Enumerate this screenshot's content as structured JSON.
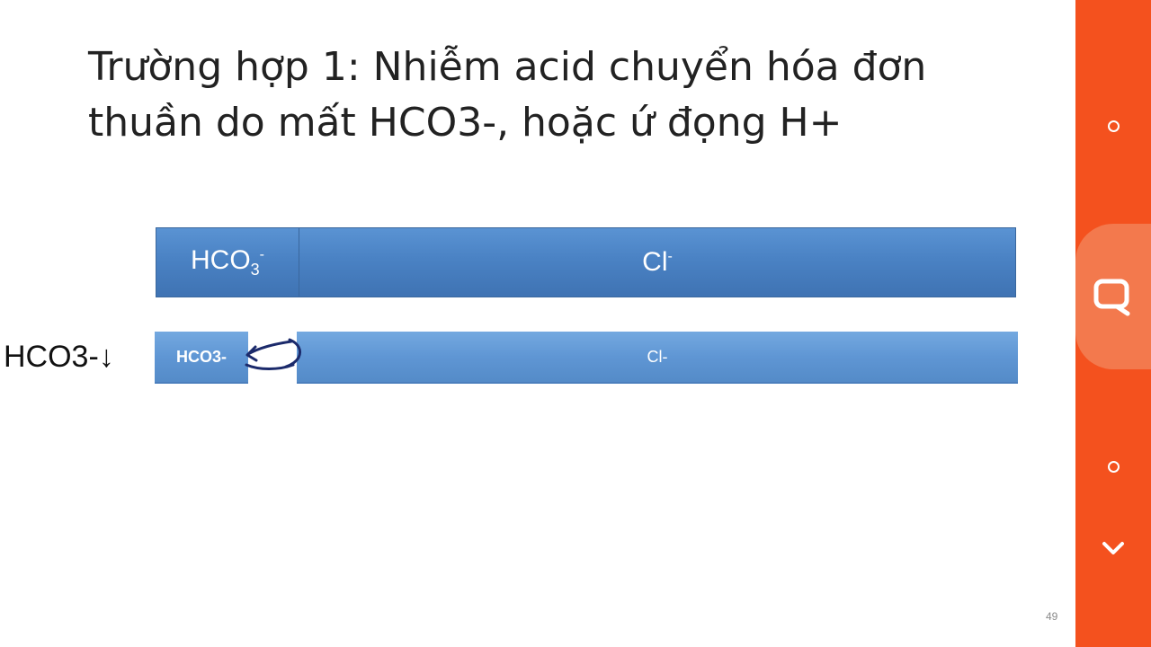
{
  "slide": {
    "title_line1": "Trường hợp 1: Nhiễm acid chuyển hóa đơn",
    "title_line2": "thuần do mất HCO3-, hoặc ứ đọng H+",
    "top_row": {
      "hco3_base": "HCO",
      "hco3_sub": "3",
      "hco3_sup": "-",
      "cl_base": "Cl",
      "cl_sup": "-"
    },
    "bottom_row": {
      "hco3_label": "HCO3-",
      "cl_label": "Cl-"
    },
    "side_label": "HCO3-",
    "side_arrow": "↓",
    "page_number": "49"
  },
  "colors": {
    "panel": "#f4511e",
    "panel_highlight": "#f3794d",
    "bar_top": "#4a82c4",
    "bar_bottom": "#5f96d4",
    "ink": "#1b2a6b"
  },
  "side_panel": {
    "icons": [
      "circle-icon",
      "chat-icon",
      "circle-icon",
      "chevron-down-icon"
    ]
  }
}
